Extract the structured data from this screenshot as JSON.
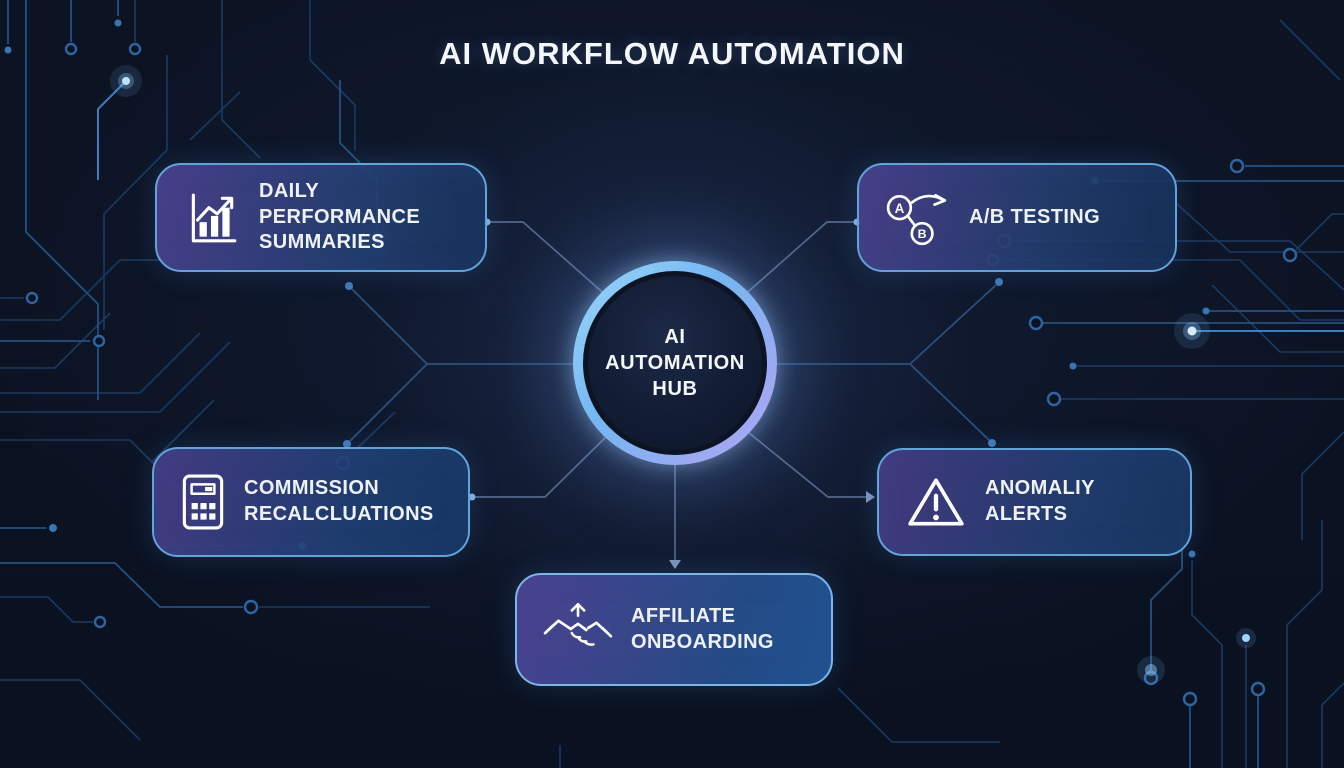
{
  "title": "AI WORKFLOW AUTOMATION",
  "hub": {
    "label": "AI AUTOMATION HUB"
  },
  "nodes": [
    {
      "id": "daily-performance-summaries",
      "label": "DAILY PERFORMANCE SUMMARIES",
      "icon": "bar-chart-trend-icon"
    },
    {
      "id": "ab-testing",
      "label": "A/B TESTING",
      "icon": "ab-split-icon",
      "icon_letters": {
        "a": "A",
        "b": "B"
      }
    },
    {
      "id": "commission-recalculations",
      "label": "COMMISSION RECALCLUATIONS",
      "icon": "calculator-icon"
    },
    {
      "id": "anomaly-alerts",
      "label": "ANOMALIY ALERTS",
      "icon": "warning-triangle-icon"
    },
    {
      "id": "affiliate-onboarding",
      "label": "AFFILIATE ONBOARDING",
      "icon": "handshake-up-arrow-icon"
    }
  ],
  "colors": {
    "background": "#0b1222",
    "hub_ring_start": "#9bd8fa",
    "hub_ring_end": "#b3a3f3",
    "card_border": "#62a4da",
    "card_gradient_start": "#4f4292",
    "card_gradient_end": "#183462",
    "circuit_trace": "#2a5a94",
    "connector": "#53688c",
    "text": "#f4f7fb"
  }
}
